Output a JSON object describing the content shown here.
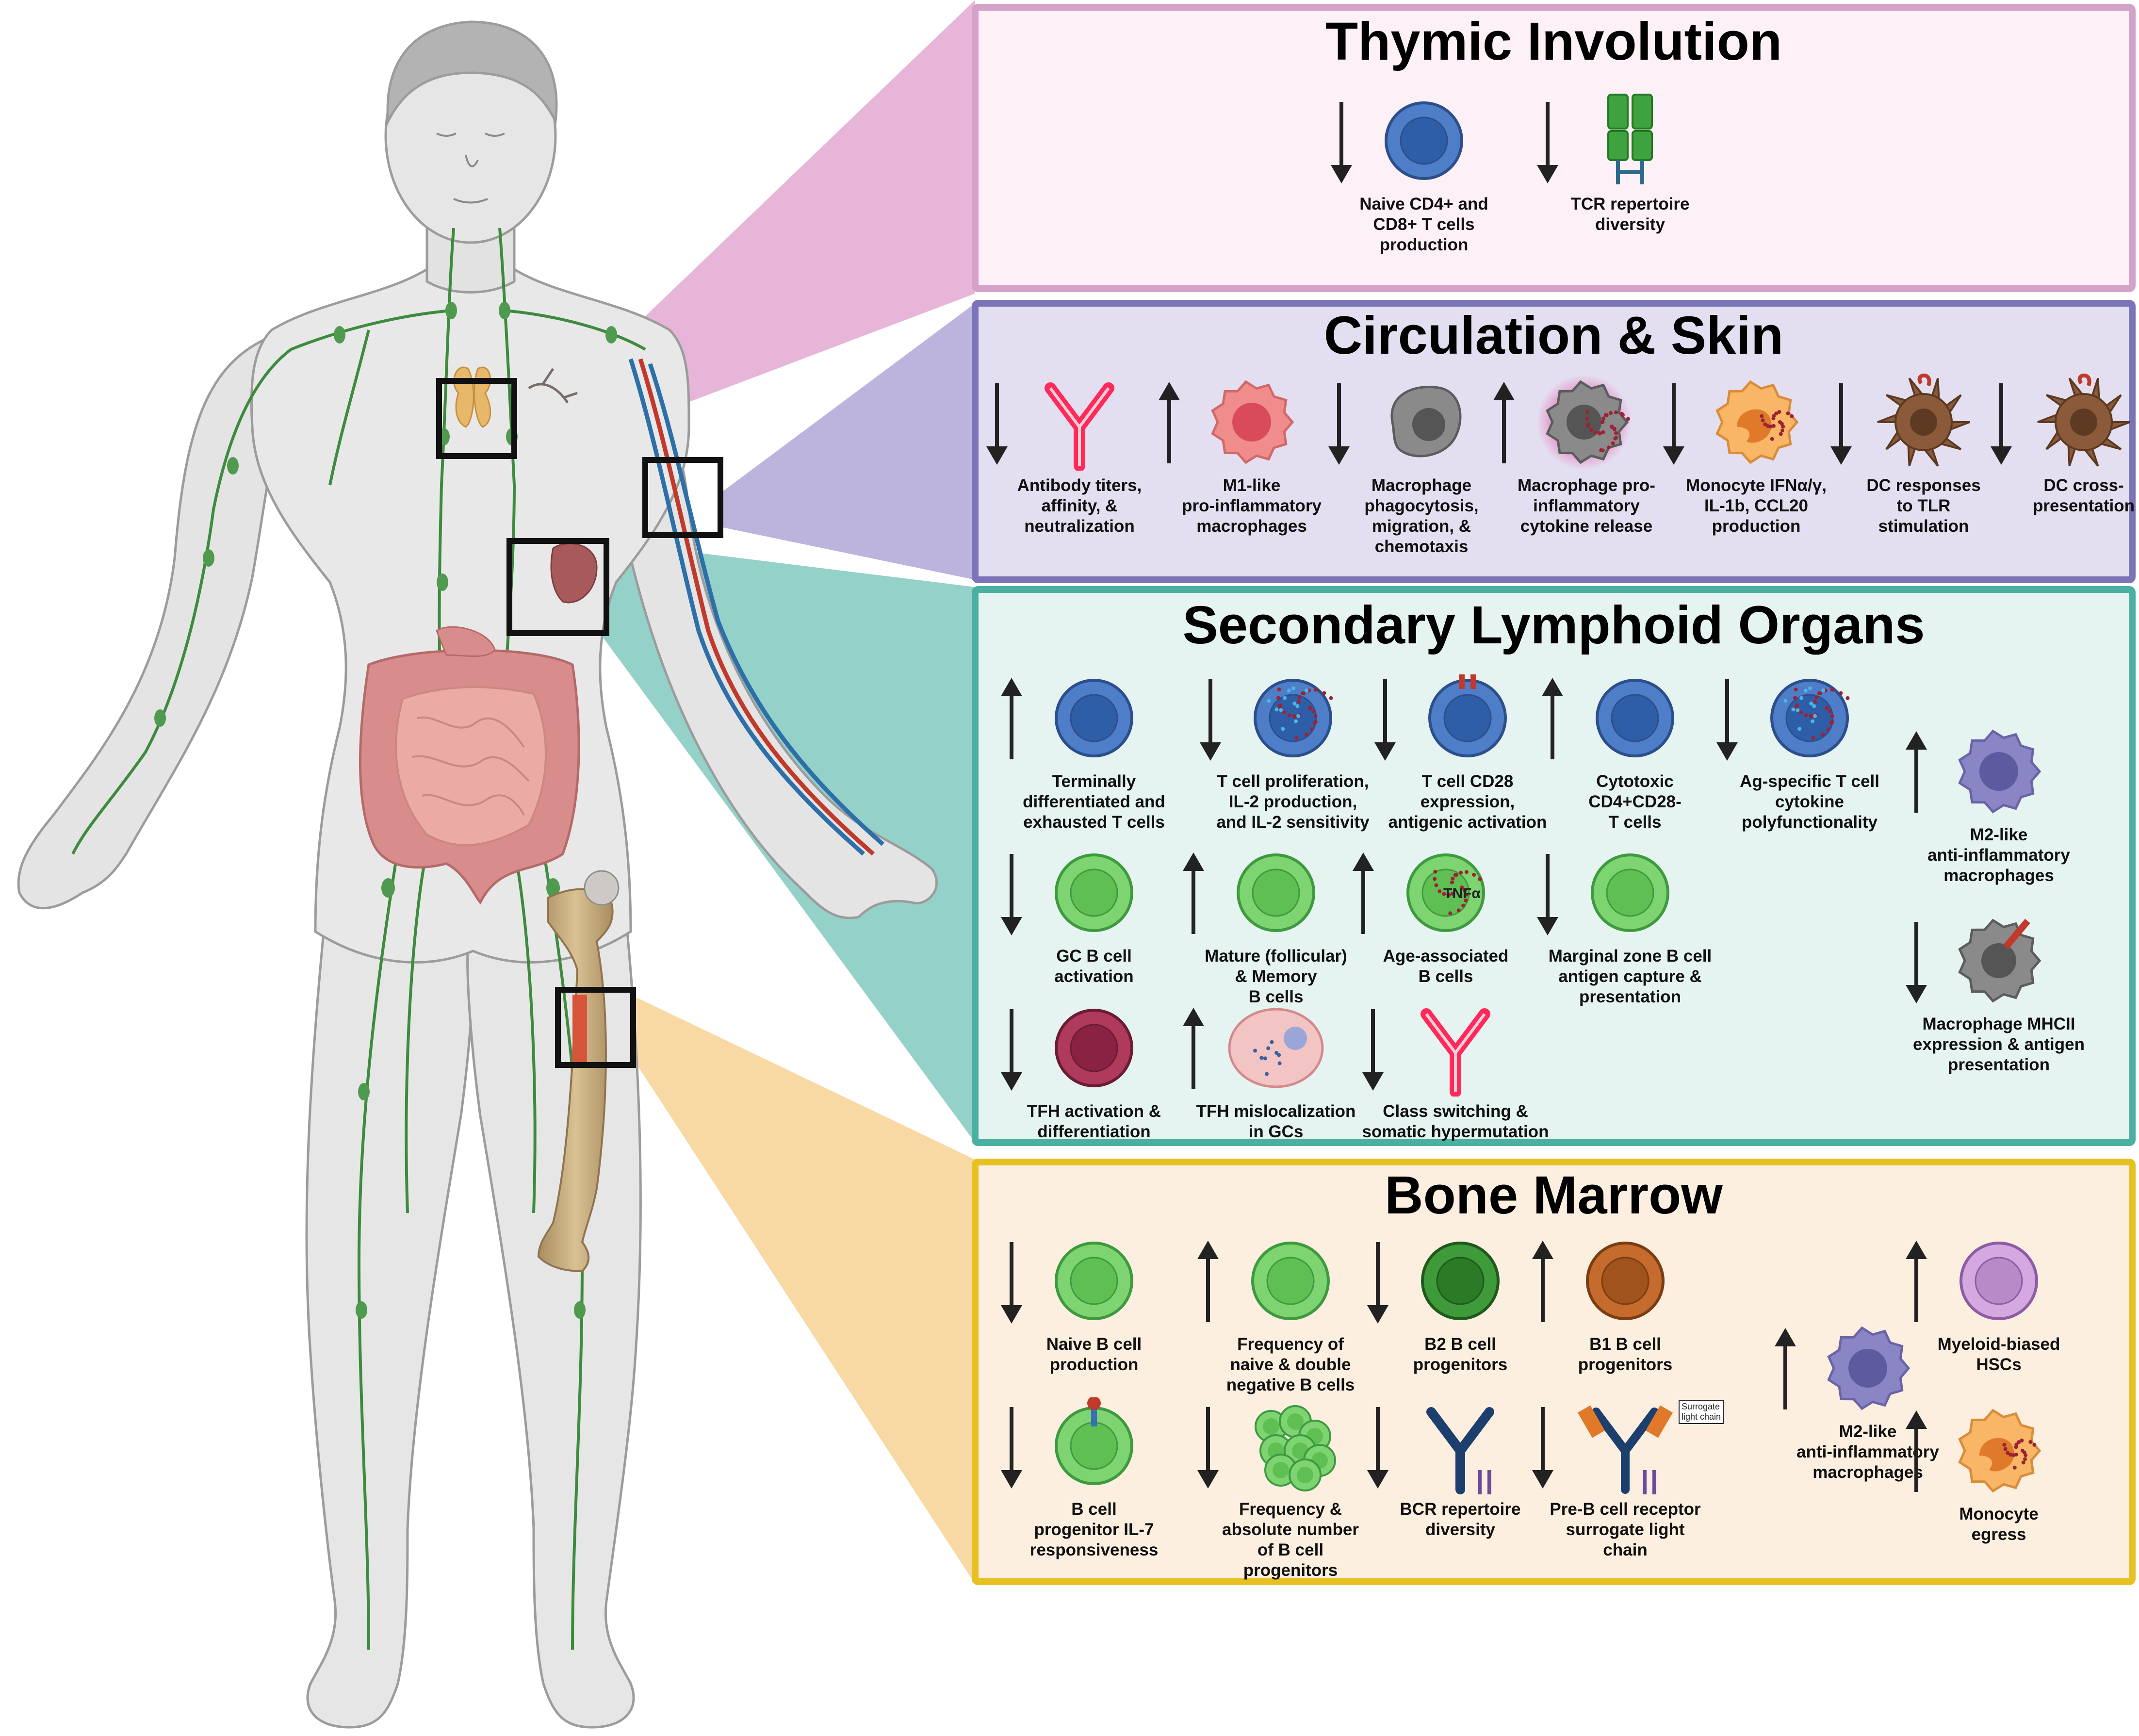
{
  "colors": {
    "thymus_border": "#d4a2c8",
    "thymus_fill": "#fdf0f6",
    "thymus_wedge": "#e7b5d8",
    "circ_border": "#7b74b8",
    "circ_fill": "#e3dff0",
    "circ_wedge": "#b9b2da",
    "slo_border": "#4bafa2",
    "slo_fill": "#e6f4f1",
    "slo_wedge": "#8fcfc6",
    "bm_border": "#e7c021",
    "bm_fill": "#fcefe0",
    "bm_wedge": "#f8d9a3",
    "t_cell": "#4f7ec9",
    "b_cell": "#7fd472",
    "arrow": "#222222"
  },
  "panels": [
    {
      "id": "thymus",
      "title": "Thymic Involution",
      "items": [
        {
          "dir": "down",
          "icon": "t-cell",
          "label": "Naive CD4+ and\nCD8+ T cells\nproduction"
        },
        {
          "dir": "down",
          "icon": "tcr-receptor",
          "label": "TCR repertoire\ndiversity"
        }
      ]
    },
    {
      "id": "circulation",
      "title": "Circulation & Skin",
      "items": [
        {
          "dir": "down",
          "icon": "antibody",
          "label": "Antibody titers,\naffinity, &\nneutralization"
        },
        {
          "dir": "up",
          "icon": "m1-macrophage",
          "label": "M1-like\npro-inflammatory\nmacrophages"
        },
        {
          "dir": "down",
          "icon": "macrophage",
          "label": "Macrophage\nphagocytosis,\nmigration, &\nchemotaxis"
        },
        {
          "dir": "up",
          "icon": "macrophage-cytokine",
          "label": "Macrophage pro-\ninflammatory\ncytokine release"
        },
        {
          "dir": "down",
          "icon": "monocyte",
          "label": "Monocyte IFNα/γ,\nIL-1b, CCL20\nproduction"
        },
        {
          "dir": "down",
          "icon": "dendritic-cell",
          "label": "DC responses\nto TLR\nstimulation"
        },
        {
          "dir": "down",
          "icon": "dendritic-cell",
          "label": "DC cross-\npresentation"
        }
      ]
    },
    {
      "id": "slo",
      "title": "Secondary Lymphoid Organs",
      "items": [
        {
          "dir": "up",
          "icon": "t-cell",
          "label": "Terminally\ndifferentiated and\nexhausted T cells"
        },
        {
          "dir": "down",
          "icon": "t-cell-cytokine",
          "label": "T cell proliferation,\nIL-2 production,\nand IL-2 sensitivity"
        },
        {
          "dir": "down",
          "icon": "t-cell-receptor",
          "label": "T cell CD28\nexpression,\nantigenic activation"
        },
        {
          "dir": "up",
          "icon": "t-cell",
          "label": "Cytotoxic\nCD4+CD28-\nT cells"
        },
        {
          "dir": "down",
          "icon": "t-cell-cytokine",
          "label": "Ag-specific T cell\ncytokine\npolyfunctionality"
        },
        {
          "dir": "up",
          "icon": "m2-macrophage",
          "label": "M2-like\nanti-inflammatory\nmacrophages"
        },
        {
          "dir": "down",
          "icon": "b-cell",
          "label": "GC B cell\nactivation"
        },
        {
          "dir": "up",
          "icon": "b-cell",
          "label": "Mature (follicular)\n& Memory\nB cells"
        },
        {
          "dir": "up",
          "icon": "b-cell-tnf",
          "label": "Age-associated\nB cells",
          "tnf": "TNFα"
        },
        {
          "dir": "down",
          "icon": "b-cell",
          "label": "Marginal zone B cell\nantigen capture &\npresentation"
        },
        {
          "dir": "down",
          "icon": "macrophage-mhc",
          "label": "Macrophage MHCII\nexpression & antigen\npresentation"
        },
        {
          "dir": "down",
          "icon": "tfh-cell",
          "label": "TFH activation &\ndifferentiation"
        },
        {
          "dir": "up",
          "icon": "germinal-center",
          "label": "TFH mislocalization\nin GCs"
        },
        {
          "dir": "down",
          "icon": "antibody",
          "label": "Class switching &\nsomatic hypermutation"
        }
      ]
    },
    {
      "id": "bone_marrow",
      "title": "Bone Marrow",
      "items": [
        {
          "dir": "down",
          "icon": "b-cell",
          "label": "Naive B cell\nproduction"
        },
        {
          "dir": "up",
          "icon": "b-cell",
          "label": "Frequency of\nnaive & double\nnegative B cells"
        },
        {
          "dir": "down",
          "icon": "b2-cell",
          "label": "B2 B cell\nprogenitors"
        },
        {
          "dir": "up",
          "icon": "b1-cell",
          "label": "B1 B cell\nprogenitors"
        },
        {
          "dir": "up",
          "icon": "hsc",
          "label": "Myeloid-biased\nHSCs"
        },
        {
          "dir": "down",
          "icon": "b-cell-il7",
          "label": "B cell\nprogenitor IL-7\nresponsiveness"
        },
        {
          "dir": "down",
          "icon": "b-cell-cluster",
          "label": "Frequency &\nabsolute number\nof B cell\nprogenitors"
        },
        {
          "dir": "down",
          "icon": "bcr",
          "label": "BCR repertoire\ndiversity"
        },
        {
          "dir": "down",
          "icon": "pre-bcr",
          "label": "Pre-B cell receptor\nsurrogate light\nchain",
          "note": "Surrogate\nlight chain"
        },
        {
          "dir": "up",
          "icon": "m2-macrophage",
          "label": "M2-like\nanti-inflammatory\nmacrophages"
        },
        {
          "dir": "up",
          "icon": "monocyte",
          "label": "Monocyte\negress"
        }
      ]
    }
  ]
}
